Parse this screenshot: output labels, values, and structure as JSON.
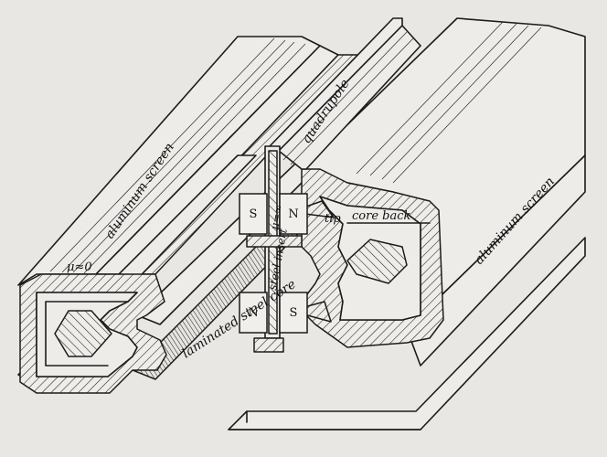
{
  "labels": {
    "screen_left": "aluminum screen",
    "screen_right": "aluminum screen",
    "quadrupole": "quadrupole",
    "tip": "tip",
    "core_back": "core back",
    "steel_insert": "steel insert",
    "mu_insert": "μ=∞",
    "mu_gap": "μ≈0",
    "laminated_core": "laminated steel core"
  },
  "poles": {
    "upper_left": "S",
    "upper_right": "N",
    "lower_left": "N",
    "lower_right": "S"
  }
}
